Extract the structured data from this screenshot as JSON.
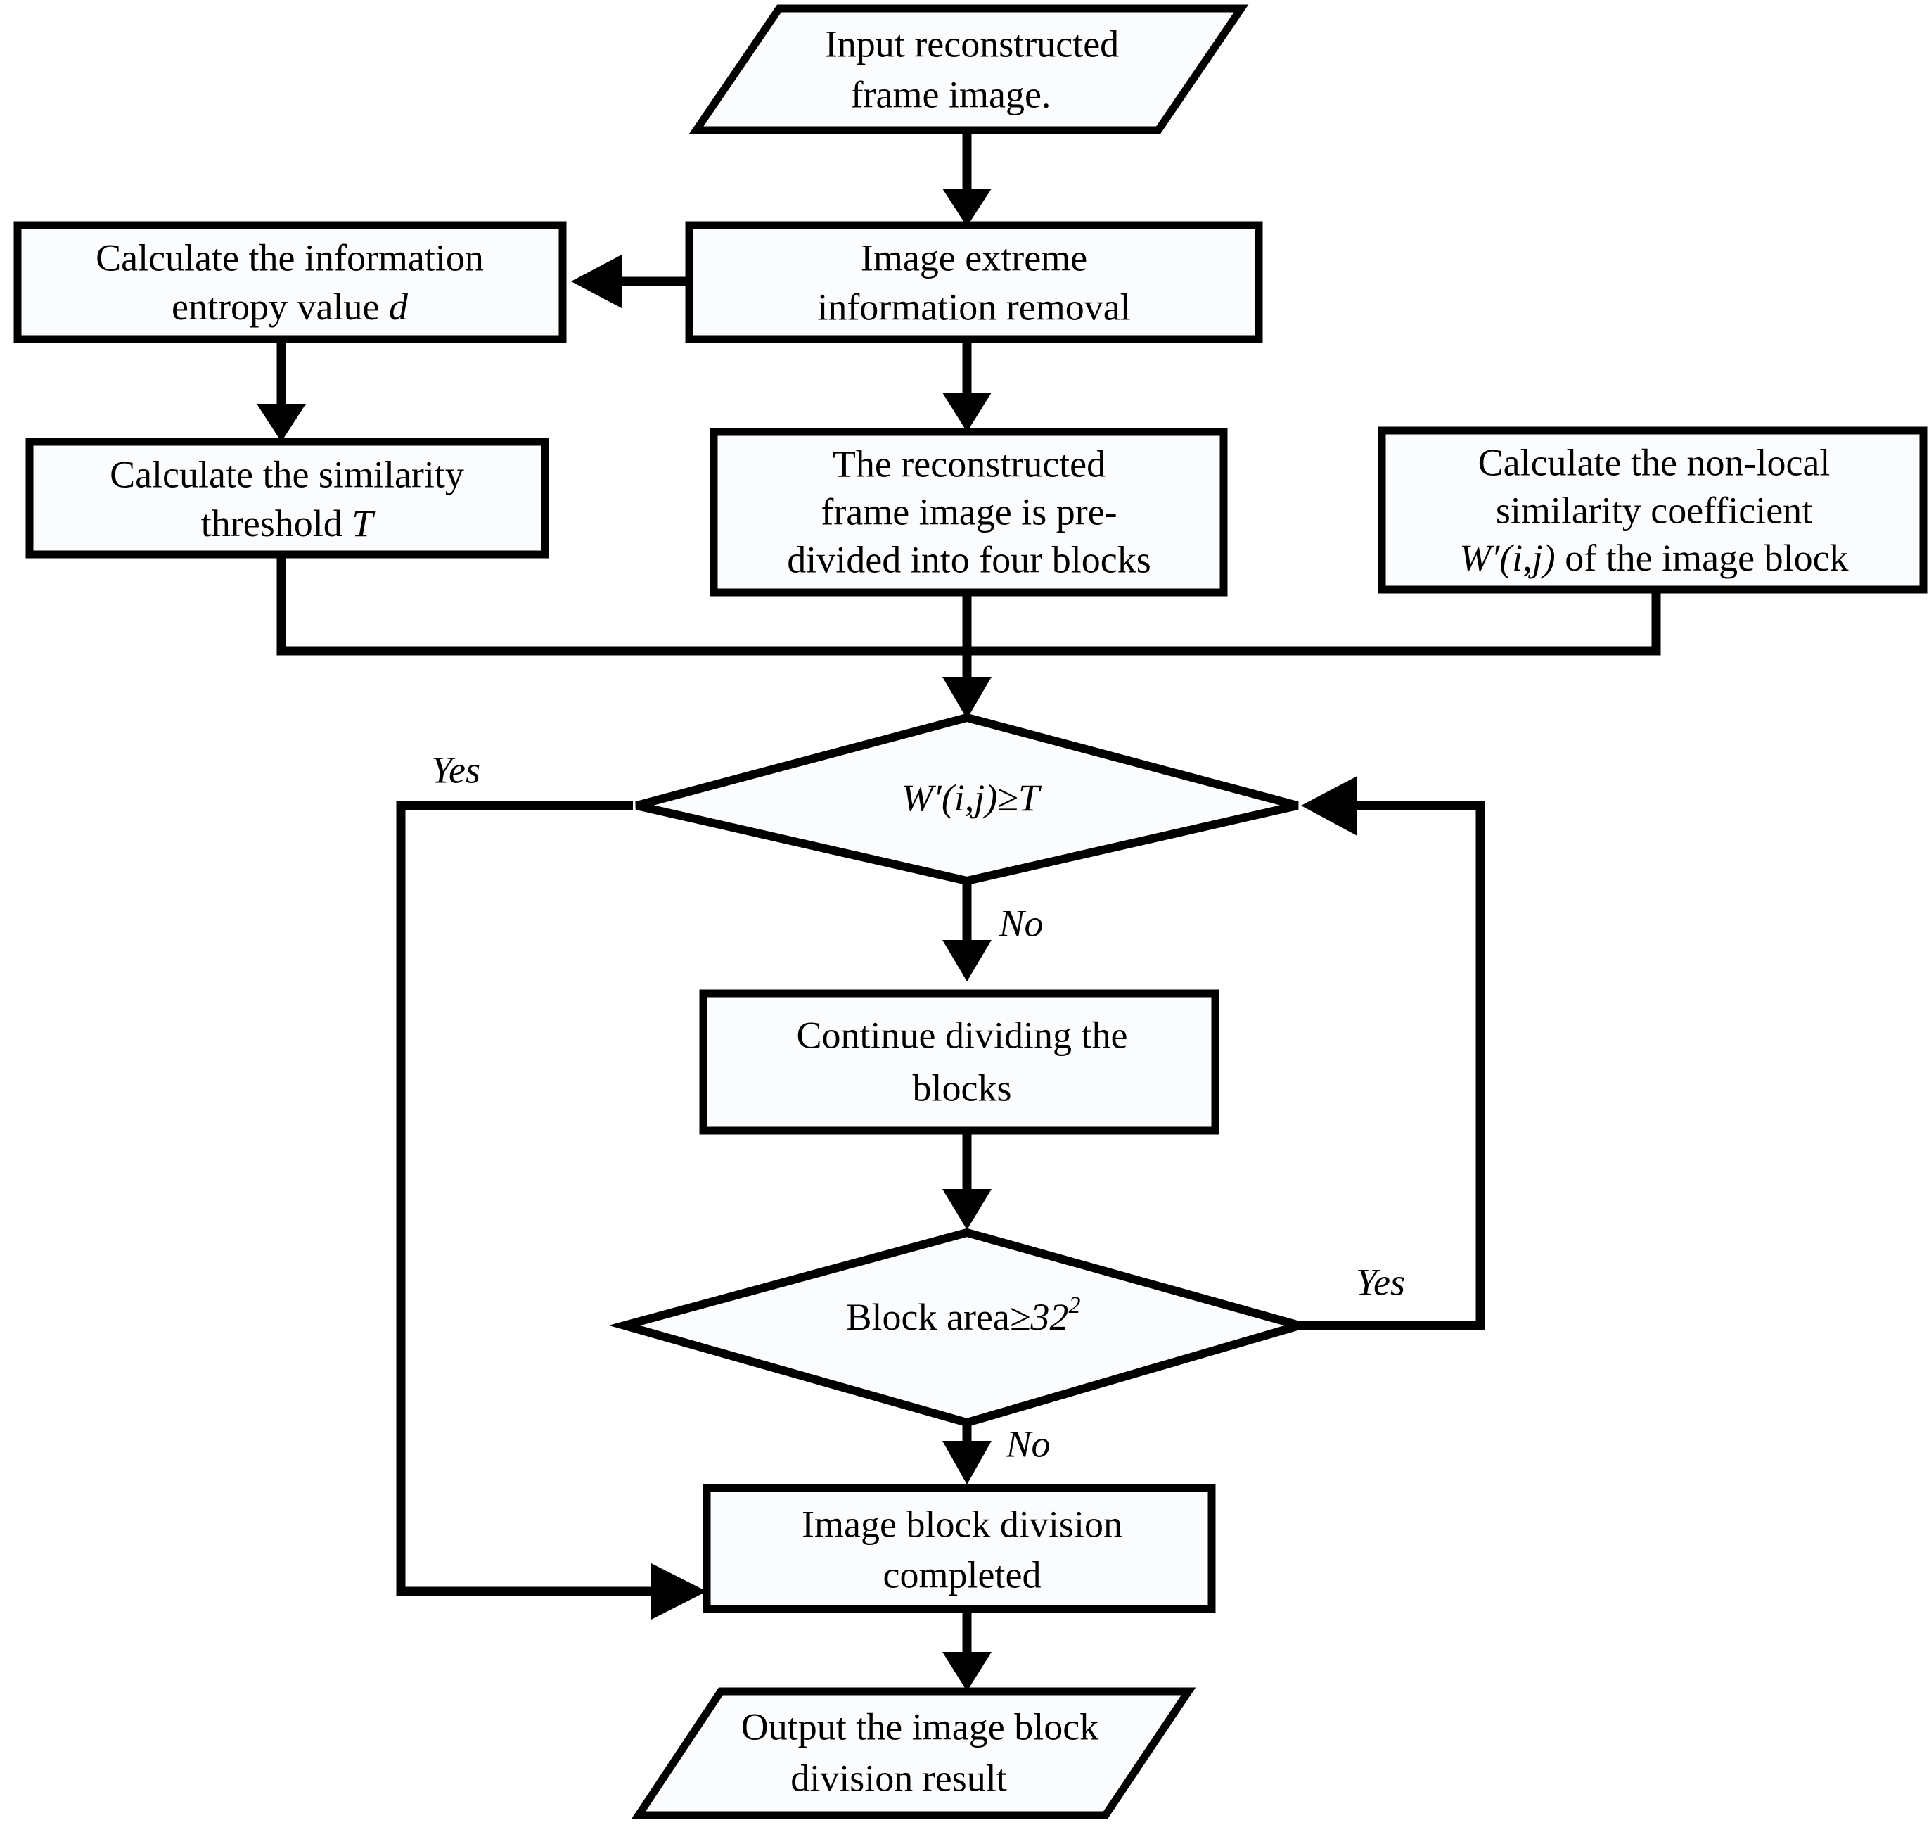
{
  "diagram": {
    "title": "Image block division flowchart",
    "colors": {
      "stroke": "#000000",
      "node_fill": "#fbfcfe",
      "background": "#ffffff"
    },
    "nodes": {
      "input": {
        "shape": "parallelogram",
        "line1": "Input reconstructed",
        "line2": "frame image."
      },
      "entropy": {
        "shape": "rectangle",
        "line1": "Calculate the information",
        "line2_a": "entropy value ",
        "line2_b": "d"
      },
      "extreme_removal": {
        "shape": "rectangle",
        "line1": "Image extreme",
        "line2": "information removal"
      },
      "threshold": {
        "shape": "rectangle",
        "line1": "Calculate the similarity",
        "line2_a": "threshold ",
        "line2_b": "T"
      },
      "predivide": {
        "shape": "rectangle",
        "line1": "The reconstructed",
        "line2": "frame image is pre-",
        "line3": "divided into four blocks"
      },
      "nonlocal_coeff": {
        "shape": "rectangle",
        "line1": "Calculate the non-local",
        "line2": "similarity coefficient",
        "line3_a": "W′(i,j)",
        "line3_b": " of the image block"
      },
      "decision_w": {
        "shape": "diamond",
        "text_a": "W′(i,j)",
        "text_b": "≥T"
      },
      "continue_dividing": {
        "shape": "rectangle",
        "line1": "Continue dividing the",
        "line2": "blocks"
      },
      "decision_area": {
        "shape": "diamond",
        "text_a": "Block area",
        "text_b": "≥32",
        "text_sup": "2"
      },
      "division_completed": {
        "shape": "rectangle",
        "line1": "Image block division",
        "line2": "completed"
      },
      "output": {
        "shape": "parallelogram",
        "line1": "Output the image block",
        "line2": "division result"
      }
    },
    "edge_labels": {
      "w_yes": "Yes",
      "w_no": "No",
      "area_yes": "Yes",
      "area_no": "No"
    }
  }
}
